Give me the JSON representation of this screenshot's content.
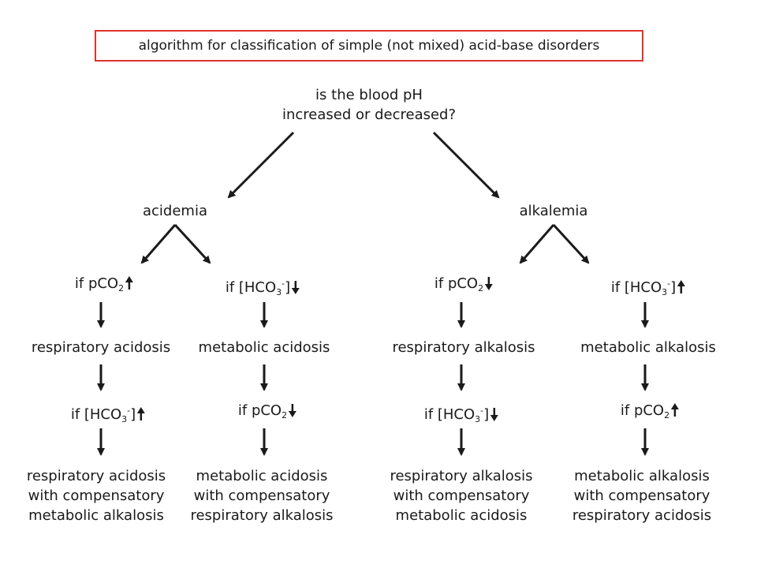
{
  "title": "algorithm for classification of simple (not mixed) acid-base disorders",
  "root": {
    "line1": "is the blood pH",
    "line2": "increased or decreased?"
  },
  "acidemia": "acidemia",
  "alkalemia": "alkalemia",
  "symbols": {
    "pco2_prefix": "if pCO",
    "pco2_sub": "2",
    "hco3_prefix": "if [HCO",
    "hco3_sub": "3",
    "hco3_sup": "-",
    "hco3_close": "]"
  },
  "branches": [
    {
      "first_condition": {
        "analyte": "pCO2",
        "direction": "up"
      },
      "disorder": "respiratory acidosis",
      "second_condition": {
        "analyte": "HCO3",
        "direction": "up"
      },
      "result": [
        "respiratory acidosis",
        "with compensatory",
        "metabolic alkalosis"
      ]
    },
    {
      "first_condition": {
        "analyte": "HCO3",
        "direction": "down"
      },
      "disorder": "metabolic acidosis",
      "second_condition": {
        "analyte": "pCO2",
        "direction": "down"
      },
      "result": [
        "metabolic acidosis",
        "with compensatory",
        "respiratory alkalosis"
      ]
    },
    {
      "first_condition": {
        "analyte": "pCO2",
        "direction": "down"
      },
      "disorder": "respiratory alkalosis",
      "second_condition": {
        "analyte": "HCO3",
        "direction": "down"
      },
      "result": [
        "respiratory alkalosis",
        "with compensatory",
        "metabolic acidosis"
      ]
    },
    {
      "first_condition": {
        "analyte": "HCO3",
        "direction": "up"
      },
      "disorder": "metabolic alkalosis",
      "second_condition": {
        "analyte": "pCO2",
        "direction": "up"
      },
      "result": [
        "metabolic alkalosis",
        "with compensatory",
        "respiratory acidosis"
      ]
    }
  ],
  "colors": {
    "title_border": "#e0322c",
    "ink": "#1a1a1a"
  }
}
